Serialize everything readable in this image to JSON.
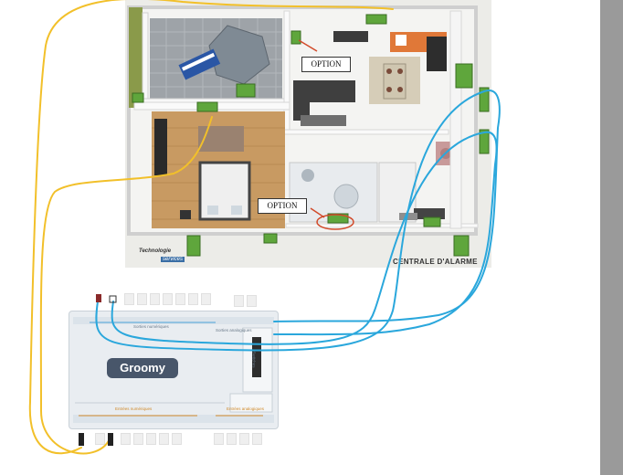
{
  "labels": {
    "option_top": "OPTION",
    "option_bottom": "OPTION"
  },
  "photo": {
    "footer": "CENTRALE D'ALARME",
    "logo_line1": "Technologie",
    "logo_line2": "services"
  },
  "controller": {
    "brand": "Groomy",
    "top_left_label": "Sorties numériques",
    "top_right_label": "Sorties analogiques",
    "side_label": "Switches",
    "bottom_left_label": "Entrées numériques",
    "bottom_right_label": "Entrées analogiques"
  },
  "colors": {
    "wire_yellow": "#f2c02a",
    "wire_blue": "#2aa7dc",
    "sensor_green": "#5fa63c",
    "controller_body": "#e9edf1",
    "controller_logo": "#48566a"
  }
}
